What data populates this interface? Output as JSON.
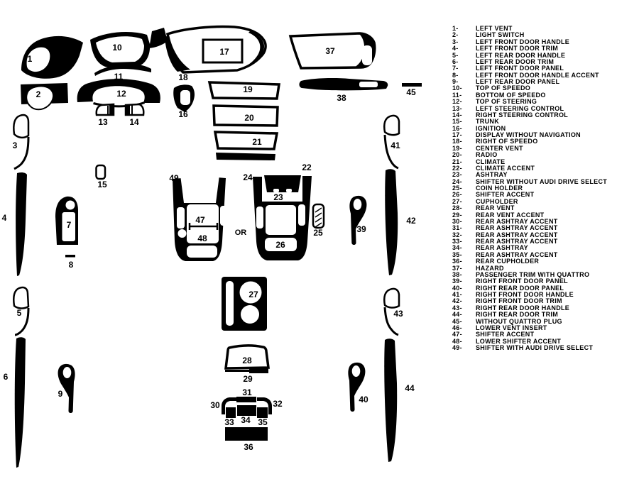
{
  "colors": {
    "ink": "#000000",
    "paper": "#ffffff"
  },
  "diagram": {
    "labels": {
      "n1": "1",
      "n2": "2",
      "n3": "3",
      "n4": "4",
      "n5": "5",
      "n6": "6",
      "n7": "7",
      "n8": "8",
      "n9": "9",
      "n10": "10",
      "n11": "11",
      "n12": "12",
      "n13": "13",
      "n14": "14",
      "n15": "15",
      "n16": "16",
      "n17": "17",
      "n18": "18",
      "n19": "19",
      "n20": "20",
      "n21": "21",
      "n22": "22",
      "n23": "23",
      "n24": "24",
      "n25": "25",
      "n26": "26",
      "n27": "27",
      "n28": "28",
      "n29": "29",
      "n30": "30",
      "n31": "31",
      "n32": "32",
      "n33": "33",
      "n34": "34",
      "n35": "35",
      "n36": "36",
      "n37": "37",
      "n38": "38",
      "n39": "39",
      "n40": "40",
      "n41": "41",
      "n42": "42",
      "n43": "43",
      "n44": "44",
      "n45": "45",
      "n47": "47",
      "n48": "48",
      "n49": "49",
      "or_text": "OR"
    }
  },
  "legend": {
    "items": [
      {
        "num": "1-",
        "label": "LEFT VENT"
      },
      {
        "num": "2-",
        "label": "LIGHT SWITCH"
      },
      {
        "num": "3-",
        "label": "LEFT FRONT DOOR HANDLE"
      },
      {
        "num": "4-",
        "label": "LEFT FRONT DOOR TRIM"
      },
      {
        "num": "5-",
        "label": "LEFT REAR DOOR HANDLE"
      },
      {
        "num": "6-",
        "label": "LEFT REAR DOOR TRIM"
      },
      {
        "num": "7-",
        "label": "LEFT FRONT DOOR PANEL"
      },
      {
        "num": "8-",
        "label": "LEFT FRONT DOOR HANDLE ACCENT"
      },
      {
        "num": "9-",
        "label": "LEFT REAR DOOR PANEL"
      },
      {
        "num": "10-",
        "label": "TOP OF SPEEDO"
      },
      {
        "num": "11-",
        "label": "BOTTOM OF SPEEDO"
      },
      {
        "num": "12-",
        "label": "TOP OF STEERING"
      },
      {
        "num": "13-",
        "label": "LEFT STEERING CONTROL"
      },
      {
        "num": "14-",
        "label": "RIGHT STEERING CONTROL"
      },
      {
        "num": "15-",
        "label": "TRUNK"
      },
      {
        "num": "16-",
        "label": "IGNITION"
      },
      {
        "num": "17-",
        "label": "DISPLAY WITHOUT NAVIGATION"
      },
      {
        "num": "18-",
        "label": "RIGHT OF SPEEDO"
      },
      {
        "num": "19-",
        "label": "CENTER VENT"
      },
      {
        "num": "20-",
        "label": "RADIO"
      },
      {
        "num": "21-",
        "label": "CLIMATE"
      },
      {
        "num": "22-",
        "label": "CLIMATE ACCENT"
      },
      {
        "num": "23-",
        "label": "ASHTRAY"
      },
      {
        "num": "24-",
        "label": "SHIFTER WITHOUT AUDI DRIVE SELECT"
      },
      {
        "num": "25-",
        "label": "COIN HOLDER"
      },
      {
        "num": "26-",
        "label": "SHIFTER ACCENT"
      },
      {
        "num": "27-",
        "label": "CUPHOLDER"
      },
      {
        "num": "28-",
        "label": "REAR VENT"
      },
      {
        "num": "29-",
        "label": "REAR VENT ACCENT"
      },
      {
        "num": "30-",
        "label": "REAR ASHTRAY ACCENT"
      },
      {
        "num": "31-",
        "label": "REAR ASHTRAY ACCENT"
      },
      {
        "num": "32-",
        "label": "REAR ASHTRAY ACCENT"
      },
      {
        "num": "33-",
        "label": "REAR ASHTRAY ACCENT"
      },
      {
        "num": "34-",
        "label": "REAR ASHTRAY"
      },
      {
        "num": "35-",
        "label": "REAR ASHTRAY ACCENT"
      },
      {
        "num": "36-",
        "label": "REAR CUPHOLDER"
      },
      {
        "num": "37-",
        "label": "HAZARD"
      },
      {
        "num": "38-",
        "label": "PASSENGER TRIM WITH QUATTRO"
      },
      {
        "num": "39-",
        "label": "RIGHT FRONT DOOR PANEL"
      },
      {
        "num": "40-",
        "label": "RIGHT REAR DOOR PANEL"
      },
      {
        "num": "41-",
        "label": "RIGHT FRONT DOOR HANDLE"
      },
      {
        "num": "42-",
        "label": "RIGHT FRONT DOOR TRIM"
      },
      {
        "num": "43-",
        "label": "RIGHT REAR DOOR HANDLE"
      },
      {
        "num": "44-",
        "label": "RIGHT REAR DOOR TRIM"
      },
      {
        "num": "45-",
        "label": "WITHOUT QUATTRO PLUG"
      },
      {
        "num": "46-",
        "label": "LOWER VENT INSERT"
      },
      {
        "num": "47-",
        "label": "SHIFTER ACCENT"
      },
      {
        "num": "48-",
        "label": "LOWER SHIFTER ACCENT"
      },
      {
        "num": "49-",
        "label": "SHIFTER WITH AUDI DRIVE SELECT"
      }
    ]
  }
}
